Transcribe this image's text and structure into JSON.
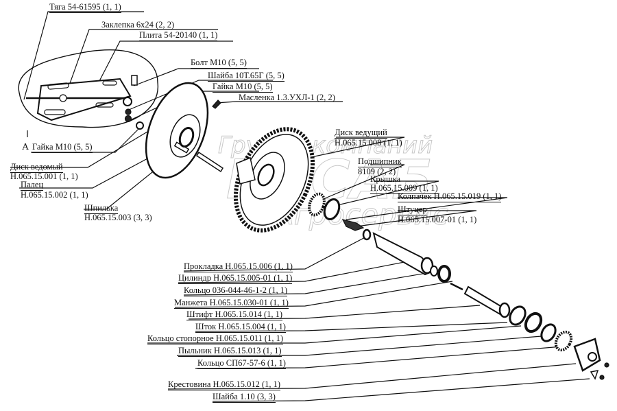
{
  "diagram": {
    "title": "Exploded parts diagram",
    "watermark": {
      "line1": "Группа компаний",
      "line2": "РОСАБ",
      "line3": "Агросервис"
    },
    "view_marker": "А",
    "labels": {
      "tyaga": "Тяга 54-61595 (1, 1)",
      "zaklepka": "Заклепка 6х24 (2, 2)",
      "plita": "Плита 54-20140 (1, 1)",
      "bolt": "Болт М10 (5, 5)",
      "shaiba10t": "Шайба 10Т.65Г (5, 5)",
      "gaika1": "Гайка М10 (5, 5)",
      "maslenka": "Масленка 1.3.УХЛ-1 (2, 2)",
      "gaika2": "Гайка М10 (5, 5)",
      "disk_vedomy_name": "Диск ведомый",
      "disk_vedomy_code": "Н.065.15.001 (1, 1)",
      "palets_name": "Палец",
      "palets_code": "Н.065.15.002 (1, 1)",
      "shpilka_name": "Шпилька",
      "shpilka_code": "Н.065.15.003 (3, 3)",
      "disk_vedushchy_name": "Диск ведущий",
      "disk_vedushchy_code": "Н.065.15.008 (1, 1)",
      "podshipnik_name": "Подшипник",
      "podshipnik_code": "8109 (2, 2)",
      "kryshka_name": "Крышка",
      "kryshka_code": "Н.065.15.009 (1, 1)",
      "kolpachek": "Колпачек Н.065.15.019 (1, 1)",
      "shtutser_name": "Штуцер",
      "shtutser_code": "Н.065.15.007-01 (1, 1)",
      "prokladka": "Прокладка Н.065.15.006 (1, 1)",
      "tsilindr": "Цилиндр Н.065.15.005-01 (1, 1)",
      "koltso1": "Кольцо 036-044-46-1-2 (1, 1)",
      "manzheta": "Манжета Н.065.15.030-01 (1, 1)",
      "shtift": "Штифт Н.065.15.014 (1, 1)",
      "shtok": "Шток Н.065.15.004 (1, 1)",
      "koltso_stopornoe": "Кольцо стопорное Н.065.15.011 (1, 1)",
      "pylnik": "Пыльник Н.065.15.013 (1, 1)",
      "koltso_sp": "Кольцо СП67-57-6 (1, 1)",
      "krestovina": "Крестовина Н.065.15.012 (1, 1)",
      "shaiba110": "Шайба 1.10 (3, 3)"
    }
  }
}
